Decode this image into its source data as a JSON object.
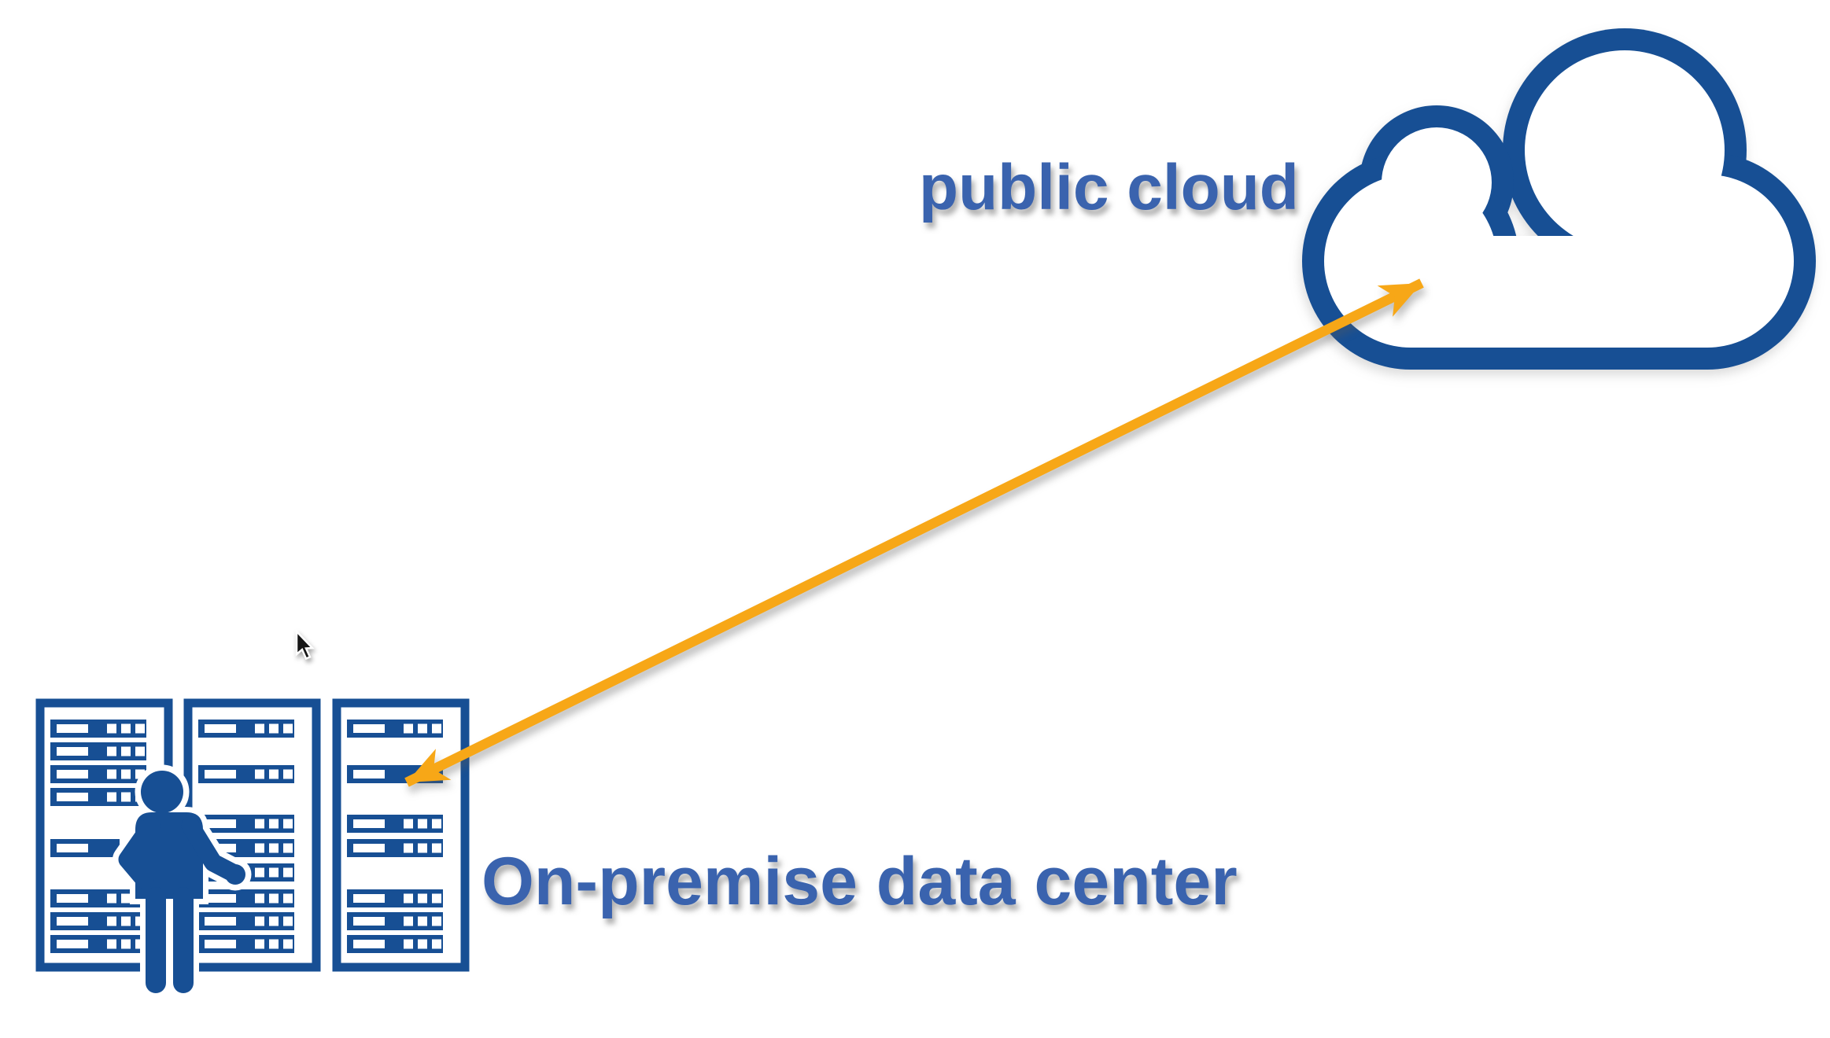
{
  "diagram": {
    "labels": {
      "public_cloud": "public cloud",
      "on_premise": "On-premise data center"
    },
    "colors": {
      "icon_blue": "#174f94",
      "label_blue": "#3a63ae",
      "arrow_orange": "#f7a717",
      "cursor_black": "#161616",
      "background": "#ffffff"
    },
    "icons": {
      "cloud": "cloud-outline-icon",
      "datacenter": "server-racks-icon",
      "person": "person-silhouette-icon",
      "connector": "double-headed-arrow-connector",
      "cursor": "mouse-pointer-icon"
    }
  }
}
